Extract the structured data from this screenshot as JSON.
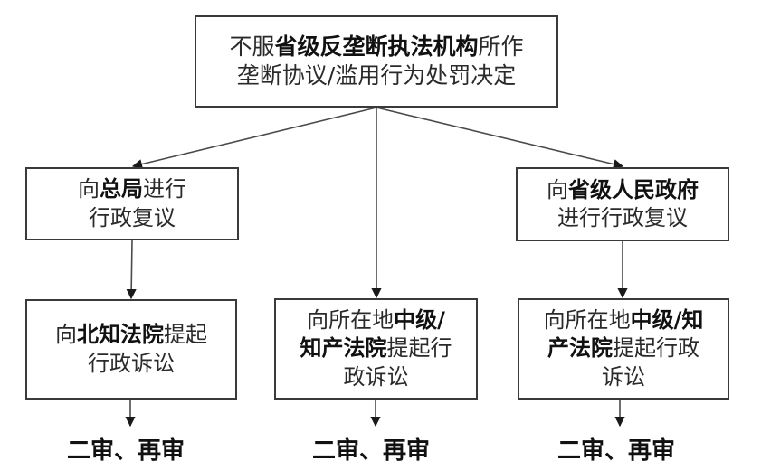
{
  "diagram": {
    "title": "Antitrust decision appeal flowchart",
    "line_color": "#3a3a3a",
    "top": {
      "lines": [
        [
          {
            "text": "不服",
            "bold": false
          },
          {
            "text": "省级反垄断执法机构",
            "bold": true
          },
          {
            "text": "所作",
            "bold": false
          }
        ],
        [
          {
            "text": "垄断协议/滥用行为处罚决定",
            "bold": false
          }
        ]
      ]
    },
    "left_mid": {
      "lines": [
        [
          {
            "text": "向",
            "bold": false
          },
          {
            "text": "总局",
            "bold": true
          },
          {
            "text": "进行",
            "bold": false
          }
        ],
        [
          {
            "text": "行政复议",
            "bold": false
          }
        ]
      ]
    },
    "right_mid": {
      "lines": [
        [
          {
            "text": "向",
            "bold": false
          },
          {
            "text": "省级人民政府",
            "bold": true
          }
        ],
        [
          {
            "text": "进行行政复议",
            "bold": false
          }
        ]
      ]
    },
    "left_bot": {
      "lines": [
        [
          {
            "text": "向",
            "bold": false
          },
          {
            "text": "北知法院",
            "bold": true
          },
          {
            "text": "提起",
            "bold": false
          }
        ],
        [
          {
            "text": "行政诉讼",
            "bold": false
          }
        ]
      ]
    },
    "mid_bot": {
      "lines": [
        [
          {
            "text": "向所在地",
            "bold": false
          },
          {
            "text": "中级/",
            "bold": true
          }
        ],
        [
          {
            "text": "知产法院",
            "bold": true
          },
          {
            "text": "提起行",
            "bold": false
          }
        ],
        [
          {
            "text": "政诉讼",
            "bold": false
          }
        ]
      ]
    },
    "right_bot": {
      "lines": [
        [
          {
            "text": "向所在地",
            "bold": false
          },
          {
            "text": "中级/知",
            "bold": true
          }
        ],
        [
          {
            "text": "产法院",
            "bold": true
          },
          {
            "text": "提起行政",
            "bold": false
          }
        ],
        [
          {
            "text": "诉讼",
            "bold": false
          }
        ]
      ]
    },
    "outcomes": {
      "left": "二审、再审",
      "mid": "二审、再审",
      "right": "二审、再审"
    }
  }
}
